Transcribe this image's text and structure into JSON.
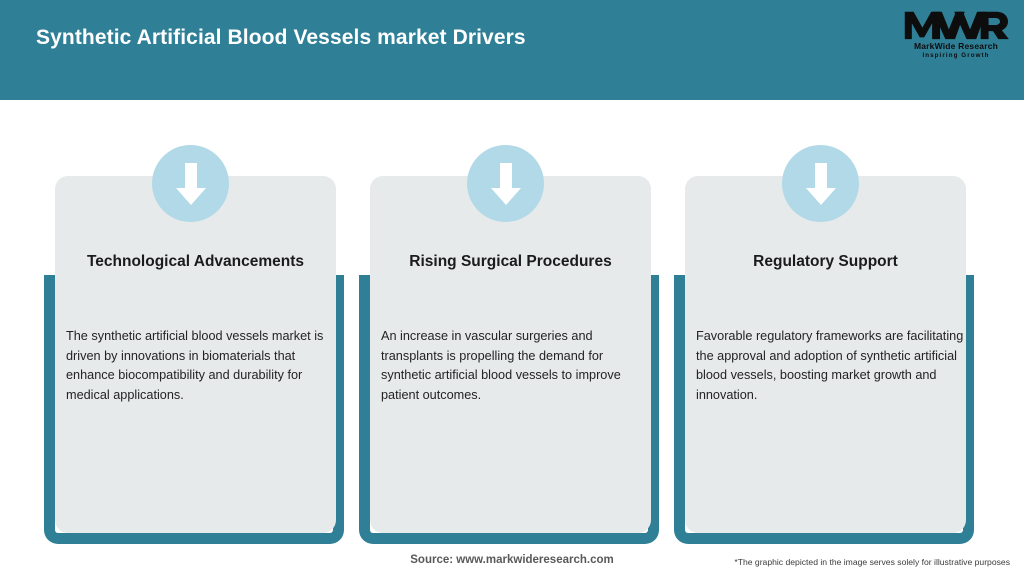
{
  "header": {
    "title": "Synthetic Artificial Blood Vessels market Drivers",
    "background_color": "#2f7f96",
    "title_color": "#ffffff"
  },
  "logo": {
    "mark": "MWR",
    "name": "MarkWide Research",
    "tagline": "Inspiring Growth"
  },
  "theme": {
    "accent_teal": "#2f7f96",
    "panel_grey": "#e7eaeb",
    "badge_blue": "#b2d9e7",
    "arrow_white": "#ffffff",
    "page_background": "#ffffff"
  },
  "cards": [
    {
      "icon": "arrow-down-icon",
      "title": "Technological Advancements",
      "body": "The synthetic artificial blood vessels market is driven by innovations in biomaterials that enhance biocompatibility and durability for medical applications."
    },
    {
      "icon": "arrow-down-icon",
      "title": "Rising Surgical Procedures",
      "body": "An increase in vascular surgeries and transplants is propelling the demand for synthetic artificial blood vessels to improve patient outcomes."
    },
    {
      "icon": "arrow-down-icon",
      "title": "Regulatory Support",
      "body": "Favorable regulatory frameworks are facilitating the approval and adoption of synthetic artificial blood vessels, boosting market growth and innovation."
    }
  ],
  "footer": {
    "source": "Source: www.markwideresearch.com",
    "disclaimer": "*The graphic depicted in the image serves solely for illustrative purposes"
  }
}
